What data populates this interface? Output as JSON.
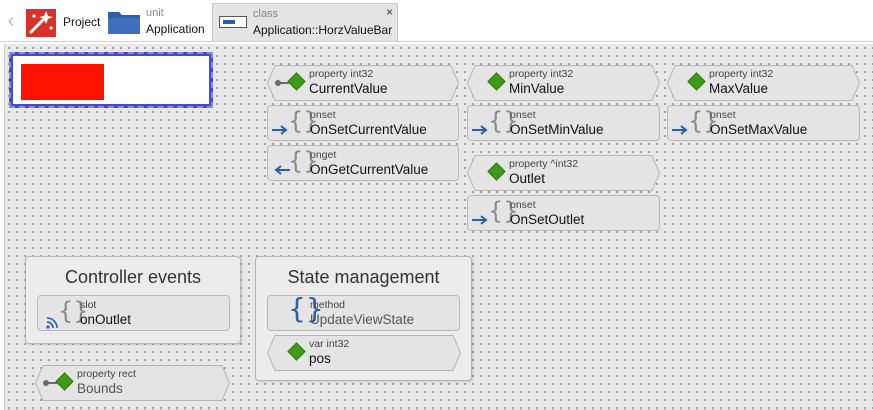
{
  "tabs": {
    "project": {
      "label": "Project"
    },
    "unit": {
      "kind": "unit",
      "label": "Application"
    },
    "class": {
      "kind": "class",
      "label": "Application::HorzValueBar",
      "close": "×"
    }
  },
  "preview": {
    "bar_color": "#ff1200",
    "bar_fill": 0.46
  },
  "bricks": {
    "current_value": {
      "kind": "property int32",
      "name": "CurrentValue"
    },
    "on_set_current_value": {
      "kind": "onset",
      "name": "OnSetCurrentValue"
    },
    "on_get_current_value": {
      "kind": "onget",
      "name": "OnGetCurrentValue"
    },
    "min_value": {
      "kind": "property int32",
      "name": "MinValue"
    },
    "on_set_min_value": {
      "kind": "onset",
      "name": "OnSetMinValue"
    },
    "outlet": {
      "kind": "property ^int32",
      "name": "Outlet"
    },
    "on_set_outlet": {
      "kind": "onset",
      "name": "OnSetOutlet"
    },
    "max_value": {
      "kind": "property int32",
      "name": "MaxValue"
    },
    "on_set_max_value": {
      "kind": "onset",
      "name": "OnSetMaxValue"
    },
    "bounds": {
      "kind": "property rect",
      "name": "Bounds"
    }
  },
  "panels": {
    "controller_events": {
      "title": "Controller events",
      "on_outlet": {
        "kind": "slot",
        "name": "onOutlet"
      }
    },
    "state_management": {
      "title": "State management",
      "update_view_state": {
        "kind": "method",
        "name": "UpdateViewState"
      },
      "pos": {
        "kind": "var int32",
        "name": "pos"
      }
    }
  },
  "colors": {
    "accent": "#2a5db0",
    "property_diamond": "#3f9a1b",
    "selection": "#4a4ac2"
  },
  "icons": {
    "back": "chevron-left-icon",
    "project": "project-wand-icon",
    "unit": "folder-icon",
    "class": "class-icon",
    "property": "green-diamond-icon",
    "onset": "braces-arrow-right-icon",
    "onget": "braces-arrow-left-icon",
    "slot": "braces-signal-icon",
    "method": "blue-braces-icon"
  }
}
